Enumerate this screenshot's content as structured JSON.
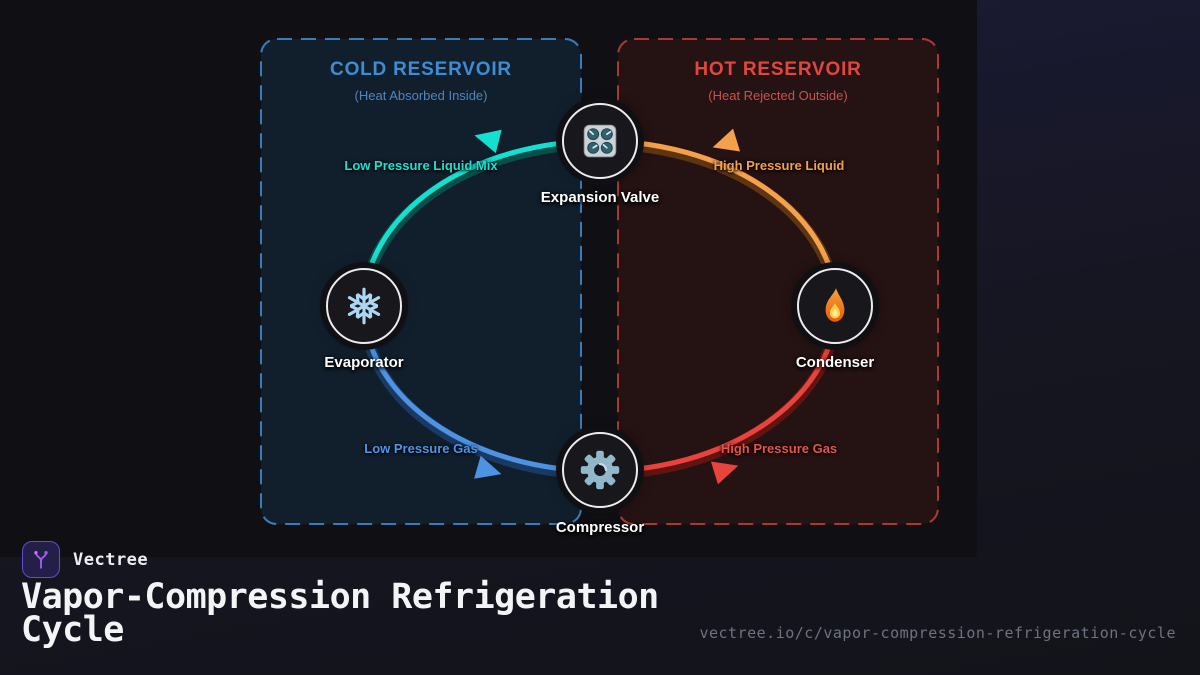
{
  "brand": {
    "name": "Vectree",
    "title": "Vapor-Compression Refrigeration Cycle",
    "url": "vectree.io/c/vapor-compression-refrigeration-cycle",
    "accent_color": "#8b5cf6"
  },
  "diagram": {
    "reservoirs": [
      {
        "id": "cold-reservoir",
        "title": "COLD RESERVOIR",
        "subtitle": "(Heat Absorbed Inside)",
        "accent": "#3f8cd6"
      },
      {
        "id": "hot-reservoir",
        "title": "HOT RESERVOIR",
        "subtitle": "(Heat Rejected Outside)",
        "accent": "#e2463f"
      }
    ],
    "nodes": [
      {
        "id": "expansion-valve",
        "label": "Expansion Valve",
        "icon": "control-knobs-icon"
      },
      {
        "id": "evaporator",
        "label": "Evaporator",
        "icon": "snowflake-icon"
      },
      {
        "id": "condenser",
        "label": "Condenser",
        "icon": "flame-icon"
      },
      {
        "id": "compressor",
        "label": "Compressor",
        "icon": "gear-icon"
      }
    ],
    "flows": [
      {
        "id": "low-pressure-liquid-mix",
        "label": "Low Pressure Liquid Mix",
        "color": "#17e3d2",
        "from": "Expansion Valve",
        "to": "Evaporator"
      },
      {
        "id": "high-pressure-liquid",
        "label": "High Pressure Liquid",
        "color": "#f5a04c",
        "from": "Condenser",
        "to": "Expansion Valve"
      },
      {
        "id": "low-pressure-gas",
        "label": "Low Pressure Gas",
        "color": "#4f94e6",
        "from": "Evaporator",
        "to": "Compressor"
      },
      {
        "id": "high-pressure-gas",
        "label": "High Pressure Gas",
        "color": "#e8433d",
        "from": "Compressor",
        "to": "Condenser"
      }
    ]
  }
}
